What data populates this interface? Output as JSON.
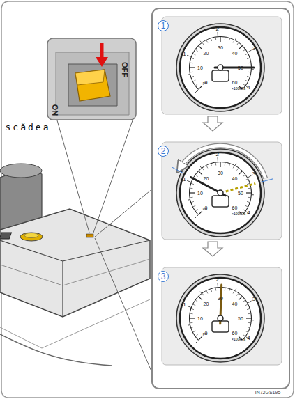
{
  "diagram": {
    "labels": [
      "OFF",
      "ON",
      "scădea",
      "1",
      "0",
      "10",
      "20",
      "30",
      "40",
      "50",
      "60",
      "1",
      "2",
      "3",
      "4",
      "psi",
      "×100kPa",
      "2",
      "0",
      "10",
      "20",
      "30",
      "40",
      "50",
      "60",
      "1",
      "2",
      "3",
      "4",
      "psi",
      "×100kPa",
      "3",
      "0",
      "10",
      "20",
      "30",
      "40",
      "50",
      "60",
      "1",
      "2",
      "3",
      "4",
      "psi",
      "×100kPa",
      "IN72GS195"
    ]
  }
}
